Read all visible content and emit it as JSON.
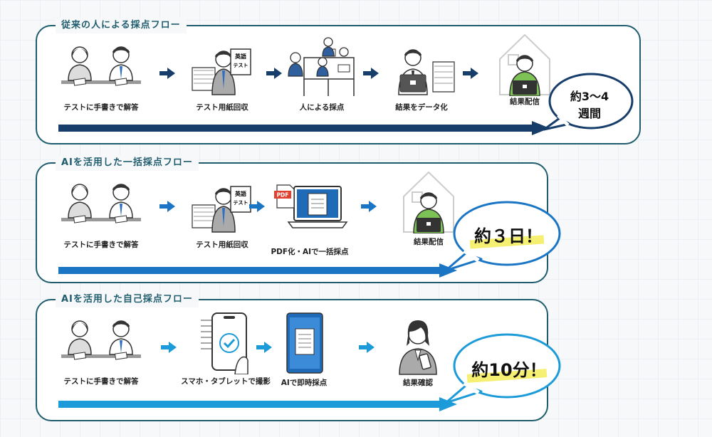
{
  "colors": {
    "border": "#1f5d6e",
    "arrow1": "#173d6b",
    "arrow2": "#1a76c5",
    "arrow3": "#1c9bd8",
    "highlight": "#f5ef72"
  },
  "sections": [
    {
      "title": "従来の人による採点フロー",
      "steps": [
        {
          "label": "テストに手書きで解答",
          "icon": "students-writing-icon"
        },
        {
          "label": "テスト用紙回収",
          "icon": "collect-papers-icon",
          "sign_line1": "英語",
          "sign_line2": "テスト"
        },
        {
          "label": "人による採点",
          "icon": "people-grading-icon"
        },
        {
          "label": "結果をデータ化",
          "icon": "data-entry-icon"
        },
        {
          "label": "結果配信",
          "icon": "result-delivery-icon"
        }
      ],
      "result": {
        "line1": "約3～4",
        "line2": "週間"
      }
    },
    {
      "title": "AIを活用した一括採点フロー",
      "steps": [
        {
          "label": "テストに手書きで解答",
          "icon": "students-writing-icon"
        },
        {
          "label": "テスト用紙回収",
          "icon": "collect-papers-icon",
          "sign_line1": "英語",
          "sign_line2": "テスト"
        },
        {
          "label": "PDF化・AIで一括採点",
          "icon": "pdf-laptop-icon",
          "pdf_badge": "PDF"
        },
        {
          "label": "結果配信",
          "icon": "result-delivery-icon"
        }
      ],
      "result": {
        "line1": "約３日！"
      }
    },
    {
      "title": "AIを活用した自己採点フロー",
      "steps": [
        {
          "label": "テストに手書きで解答",
          "icon": "students-writing-icon"
        },
        {
          "label": "スマホ・タブレットで撮影",
          "icon": "phone-photo-icon"
        },
        {
          "label": "AIで即時採点",
          "icon": "tablet-grading-icon"
        },
        {
          "label": "結果確認",
          "icon": "student-check-icon"
        }
      ],
      "result": {
        "line1": "約10分！"
      }
    }
  ]
}
